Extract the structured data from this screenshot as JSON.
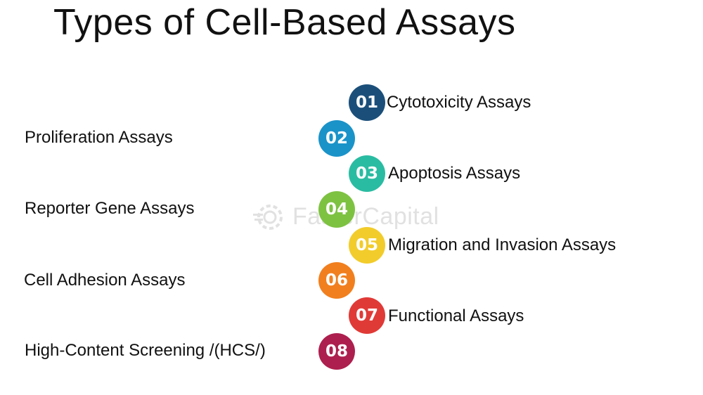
{
  "title": "Types of Cell-Based Assays",
  "watermark": "FasterCapital",
  "items": [
    {
      "number": "01",
      "label": "Cytotoxicity Assays",
      "color": "#1b4f7a"
    },
    {
      "number": "02",
      "label": "Proliferation Assays",
      "color": "#1a93c9"
    },
    {
      "number": "03",
      "label": "Apoptosis Assays",
      "color": "#2abca2"
    },
    {
      "number": "04",
      "label": "Reporter Gene Assays",
      "color": "#7ec242"
    },
    {
      "number": "05",
      "label": "Migration and Invasion Assays",
      "color": "#f2cc2b"
    },
    {
      "number": "06",
      "label": "Cell Adhesion Assays",
      "color": "#f17f1e"
    },
    {
      "number": "07",
      "label": "Functional Assays",
      "color": "#e03a37"
    },
    {
      "number": "08",
      "label": "High-Content Screening /(HCS/)",
      "color": "#ad1f4e"
    }
  ]
}
